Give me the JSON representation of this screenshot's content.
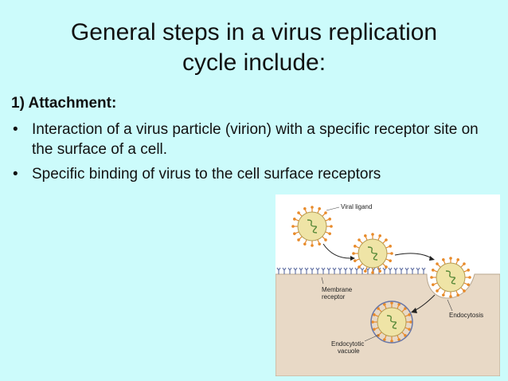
{
  "slide": {
    "title_line1": "General steps in a virus replication",
    "title_line2": "cycle include:",
    "section_heading": "1) Attachment:",
    "bullets": [
      "Interaction of a virus particle (virion) with a specific receptor site on the surface of a cell.",
      "Specific binding of virus to the cell surface receptors"
    ]
  },
  "figure": {
    "labels": {
      "viral_ligand": "Viral ligand",
      "membrane": "Membrane",
      "receptor": "receptor",
      "endocytosis": "Endocytosis",
      "endocytotic": "Endocytotic",
      "vacuole": "vacuole"
    },
    "colors": {
      "cell_fill": "#e8d9c6",
      "virion_fill": "#efe4a6",
      "spike_color": "#e88b2b",
      "receptor_color": "#6a78a8",
      "genome_color": "#5a8a3a"
    }
  }
}
